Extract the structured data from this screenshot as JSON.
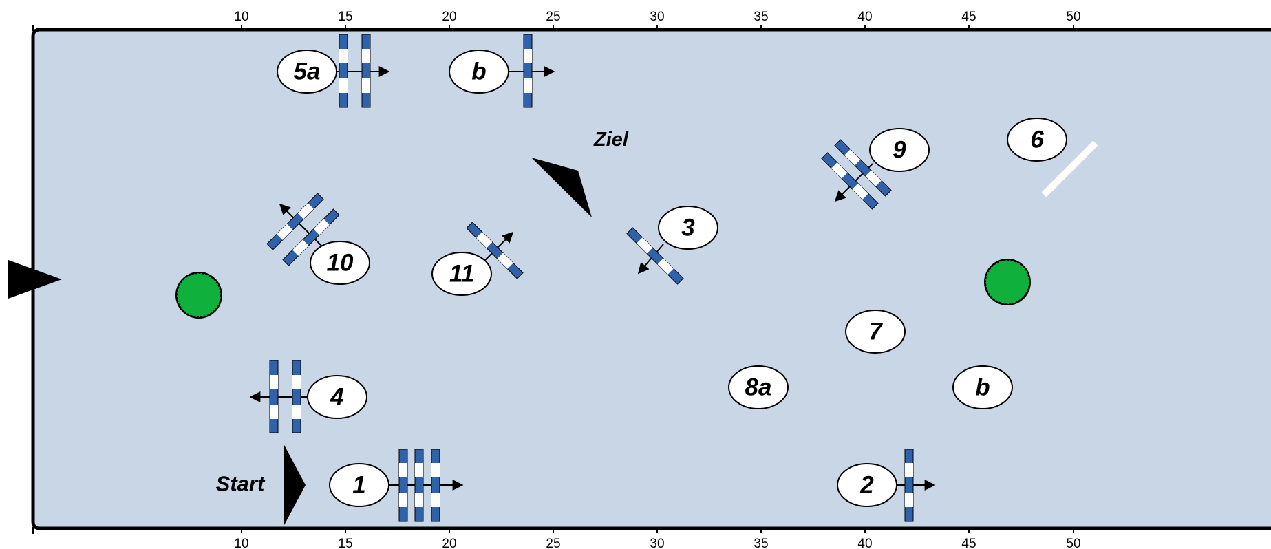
{
  "ruler": {
    "top": [
      "10",
      "15",
      "20",
      "25",
      "30",
      "35",
      "40",
      "45",
      "50"
    ],
    "bottom": [
      "10",
      "15",
      "20",
      "25",
      "30",
      "35",
      "40",
      "45",
      "50"
    ]
  },
  "labels": {
    "start": "Start",
    "finish": "Ziel",
    "obstacle_1": "1",
    "obstacle_2": "2",
    "obstacle_3": "3",
    "obstacle_4": "4",
    "obstacle_5a": "5a",
    "obstacle_5b": "b",
    "obstacle_6": "6",
    "obstacle_7": "7",
    "obstacle_8a": "8a",
    "obstacle_8b": "b",
    "obstacle_9": "9",
    "obstacle_10": "10",
    "obstacle_11": "11"
  },
  "colors": {
    "arena": "#c9d6e6",
    "border": "#000000",
    "pole_blue": "#2f62a8",
    "pole_white": "#ffffff",
    "tree": "#10b03d",
    "water_line": "#ffffff"
  }
}
